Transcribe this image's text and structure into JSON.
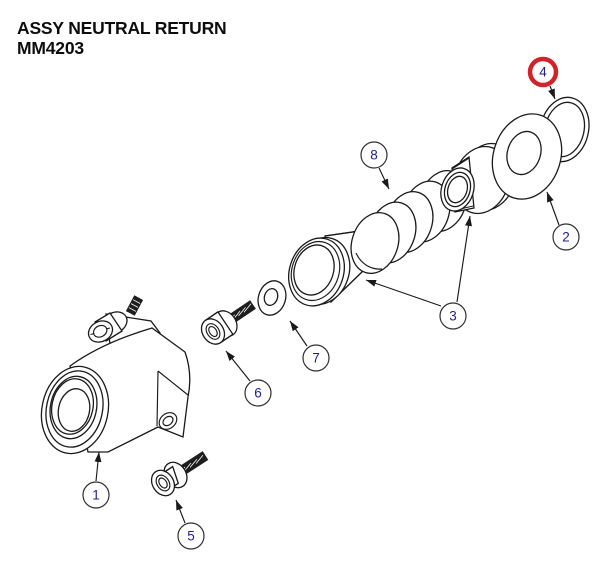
{
  "title": {
    "line1": "ASSY NEUTRAL RETURN",
    "line2": "MM4203"
  },
  "diagram": {
    "type": "exploded-parts-diagram",
    "background": "#ffffff",
    "line_color": "#1a1a1a",
    "title_color": "#0d0d0d",
    "callout_number_color": "#1f1f8f",
    "callout_ring_color": "#2f2f2f",
    "highlight_ring_color": "#d2232a",
    "callouts": [
      {
        "label": "1",
        "highlighted": false
      },
      {
        "label": "2",
        "highlighted": false
      },
      {
        "label": "3",
        "highlighted": false
      },
      {
        "label": "4",
        "highlighted": true
      },
      {
        "label": "5",
        "highlighted": false
      },
      {
        "label": "6",
        "highlighted": false
      },
      {
        "label": "7",
        "highlighted": false
      },
      {
        "label": "8",
        "highlighted": false
      }
    ]
  }
}
